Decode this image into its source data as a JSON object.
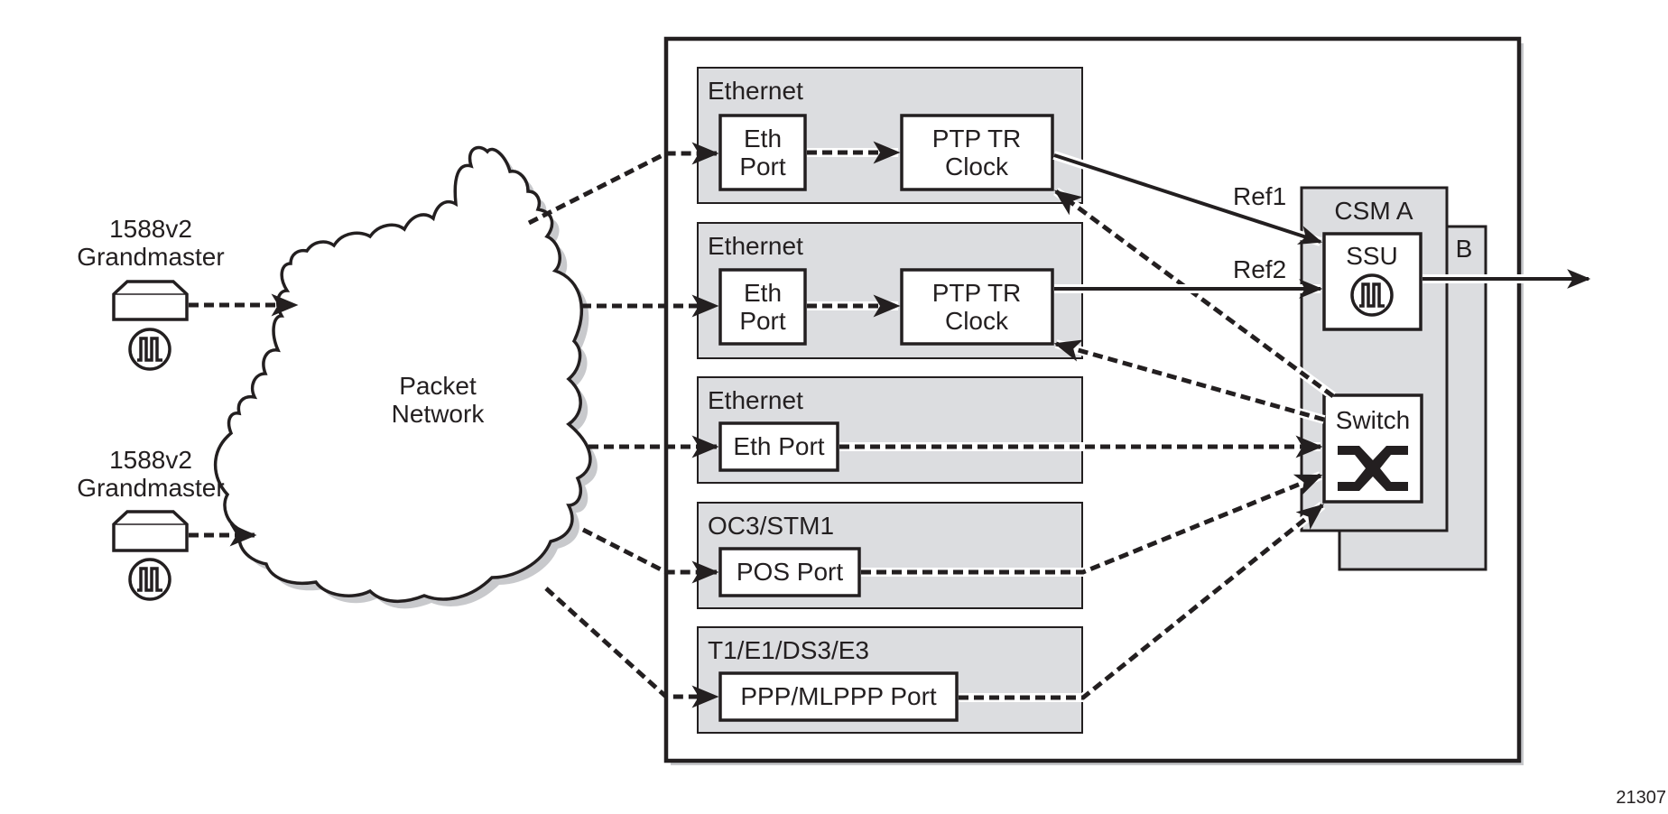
{
  "figure_id": "21307",
  "grandmasters": [
    {
      "line1": "1588v2",
      "line2": "Grandmaster",
      "icon": "clock-pulse-icon"
    },
    {
      "line1": "1588v2",
      "line2": "Grandmaster",
      "icon": "clock-pulse-icon"
    }
  ],
  "cloud": {
    "line1": "Packet",
    "line2": "Network"
  },
  "cards": [
    {
      "title": "Ethernet",
      "port": {
        "line1": "Eth",
        "line2": "Port"
      },
      "clock": {
        "line1": "PTP TR",
        "line2": "Clock"
      }
    },
    {
      "title": "Ethernet",
      "port": {
        "line1": "Eth",
        "line2": "Port"
      },
      "clock": {
        "line1": "PTP TR",
        "line2": "Clock"
      }
    },
    {
      "title": "Ethernet",
      "port": {
        "label": "Eth Port"
      }
    },
    {
      "title": "OC3/STM1",
      "port": {
        "label": "POS Port"
      }
    },
    {
      "title": "T1/E1/DS3/E3",
      "port": {
        "label": "PPP/MLPPP Port"
      }
    }
  ],
  "csm": {
    "a_label": "CSM A",
    "b_label": "B",
    "ssu_label": "SSU",
    "ssu_icon": "clock-pulse-icon",
    "switch_label": "Switch",
    "switch_icon": "crossbar-switch-icon"
  },
  "refs": {
    "ref1": "Ref1",
    "ref2": "Ref2"
  },
  "colors": {
    "ink": "#231f20",
    "card_fill": "#dcdde0",
    "shadow": "#c8c9cc"
  }
}
